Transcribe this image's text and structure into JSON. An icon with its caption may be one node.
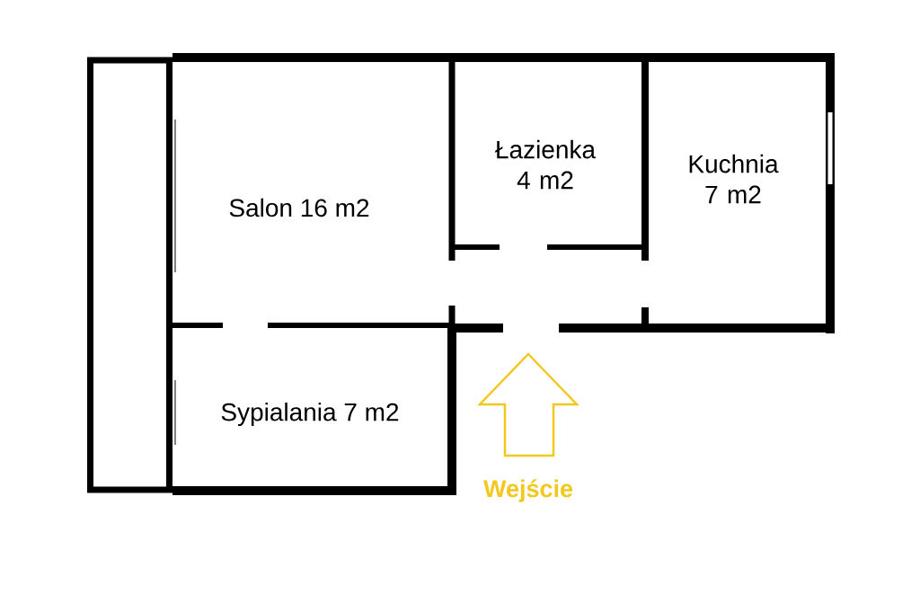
{
  "diagram": {
    "nodes": [
      {
        "text": [],
        "shape": "box"
      },
      {
        "text": [
          "Salon 16 m2"
        ]
      },
      {
        "text": [
          "Łazienka 4 m2"
        ]
      },
      {
        "text": [
          "Kuchnia 7 m2"
        ]
      },
      {
        "text": [
          "Sypialania 7 m2"
        ]
      }
    ],
    "labels": [
      "Wejście"
    ]
  }
}
